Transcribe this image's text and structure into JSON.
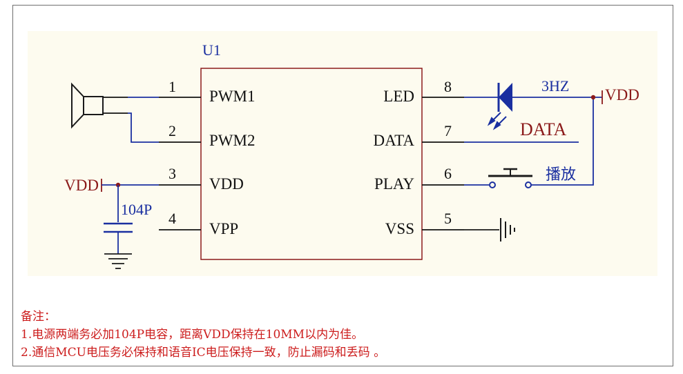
{
  "chip": {
    "ref": "U1",
    "left_pins": [
      {
        "num": "1",
        "name": "PWM1"
      },
      {
        "num": "2",
        "name": "PWM2"
      },
      {
        "num": "3",
        "name": "VDD"
      },
      {
        "num": "4",
        "name": "VPP"
      }
    ],
    "right_pins": [
      {
        "num": "8",
        "name": "LED"
      },
      {
        "num": "7",
        "name": "DATA"
      },
      {
        "num": "6",
        "name": "PLAY"
      },
      {
        "num": "5",
        "name": "VSS"
      }
    ]
  },
  "nets": {
    "vdd_right": "VDD",
    "vdd_left": "VDD",
    "data": "DATA",
    "led_freq": "3HZ",
    "play_button": "播放",
    "cap_value": "104P"
  },
  "notes": {
    "title": "备注：",
    "line1": "1.电源两端务必加104P电容，距离VDD保持在10MM以内为佳。",
    "line2": "2.通信MCU电压务必保持和语音IC电压保持一致，防止漏码和丢码 。"
  },
  "colors": {
    "wire": "#1a2fa0",
    "body": "#8b1a1a",
    "notes": "#cc1c1c",
    "schematic_bg": "#fdfbef"
  }
}
